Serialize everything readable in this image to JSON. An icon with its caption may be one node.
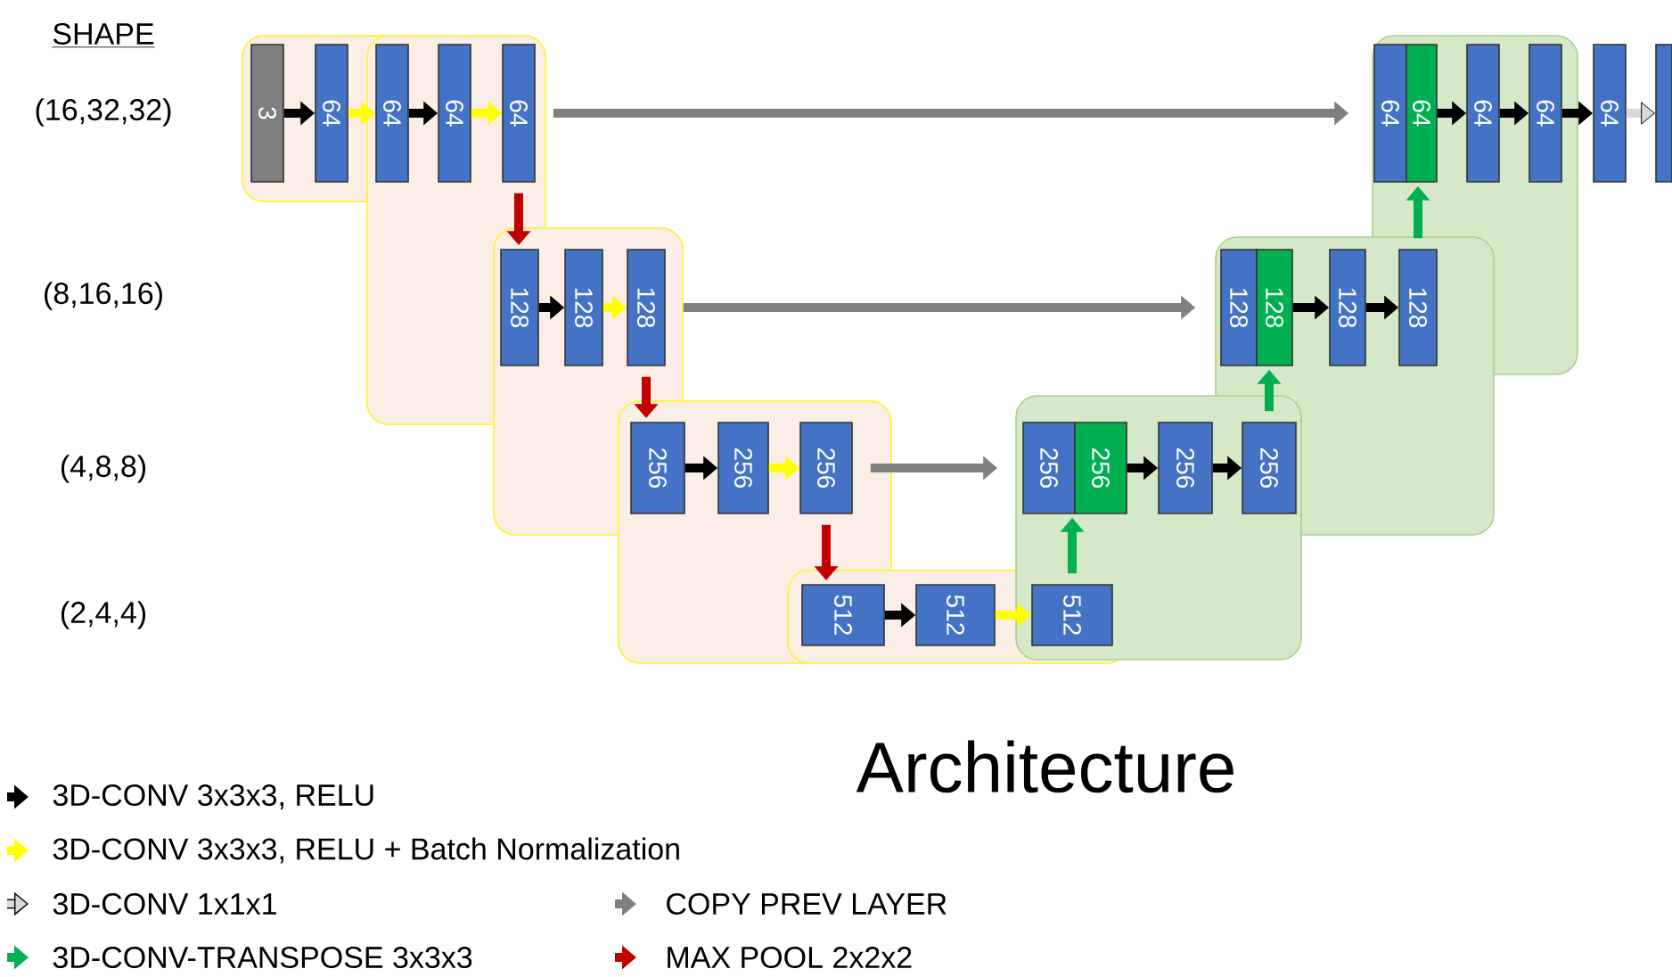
{
  "diagram": {
    "title": "Architecture",
    "nodes": [
      {
        "text": [
          "3"
        ]
      },
      {
        "text": [
          "64"
        ]
      },
      {
        "text": [
          "64"
        ]
      },
      {
        "text": [
          "64"
        ]
      },
      {
        "text": [
          "64"
        ]
      },
      {
        "text": [
          "64"
        ]
      },
      {
        "text": [
          "64"
        ]
      },
      {
        "text": [
          "64"
        ]
      },
      {
        "text": [
          "64"
        ]
      },
      {
        "text": [
          "64"
        ]
      },
      {
        "text": [],
        "shape": "box"
      },
      {
        "text": [
          "128"
        ]
      },
      {
        "text": [
          "128"
        ]
      },
      {
        "text": [
          "128"
        ]
      },
      {
        "text": [
          "128"
        ]
      },
      {
        "text": [
          "128"
        ]
      },
      {
        "text": [
          "128"
        ]
      },
      {
        "text": [
          "128"
        ]
      },
      {
        "text": [
          "256"
        ]
      },
      {
        "text": [
          "256"
        ]
      },
      {
        "text": [
          "256"
        ]
      },
      {
        "text": [
          "256"
        ]
      },
      {
        "text": [
          "256"
        ]
      },
      {
        "text": [
          "256"
        ]
      },
      {
        "text": [
          "256"
        ]
      },
      {
        "text": [
          "512"
        ]
      },
      {
        "text": [
          "512"
        ]
      },
      {
        "text": [
          "512"
        ]
      }
    ],
    "edges": [
      {
        "from": 0,
        "to": 1,
        "arrow": "to"
      },
      {
        "from": 1,
        "to": 2,
        "arrow": "to",
        "color": "#ffff00"
      },
      {
        "from": 2,
        "to": 3,
        "arrow": "to"
      },
      {
        "from": 3,
        "to": 4,
        "arrow": "to",
        "color": "#ffff00"
      },
      {
        "from": 4,
        "to": 5,
        "arrow": "to",
        "color": "#808080"
      },
      {
        "from": 6,
        "to": 7,
        "arrow": "to"
      },
      {
        "from": 7,
        "to": 8,
        "arrow": "to"
      },
      {
        "from": 8,
        "to": 9,
        "arrow": "to"
      },
      {
        "from": 9,
        "to": 10,
        "arrow": "to",
        "color": "#d9d9d9"
      },
      {
        "from": 4,
        "to": 11,
        "arrow": "to",
        "color": "#c00000"
      },
      {
        "from": 11,
        "to": 12,
        "arrow": "to"
      },
      {
        "from": 12,
        "to": 13,
        "arrow": "to",
        "color": "#ffff00"
      },
      {
        "from": 13,
        "to": 14,
        "arrow": "to",
        "color": "#808080"
      },
      {
        "from": 15,
        "to": 16,
        "arrow": "to"
      },
      {
        "from": 16,
        "to": 17,
        "arrow": "to"
      },
      {
        "from": 17,
        "to": 6,
        "arrow": "to",
        "color": "#00b050"
      },
      {
        "from": 13,
        "to": 18,
        "arrow": "to",
        "color": "#c00000"
      },
      {
        "from": 18,
        "to": 19,
        "arrow": "to"
      },
      {
        "from": 19,
        "to": 20,
        "arrow": "to",
        "color": "#ffff00"
      },
      {
        "from": 20,
        "to": 21,
        "arrow": "to",
        "color": "#808080"
      },
      {
        "from": 22,
        "to": 23,
        "arrow": "to"
      },
      {
        "from": 23,
        "to": 24,
        "arrow": "to"
      },
      {
        "from": 24,
        "to": 15,
        "arrow": "to",
        "color": "#00b050"
      },
      {
        "from": 20,
        "to": 25,
        "arrow": "to",
        "color": "#c00000"
      },
      {
        "from": 25,
        "to": 26,
        "arrow": "to"
      },
      {
        "from": 26,
        "to": 27,
        "arrow": "to",
        "color": "#ffff00"
      },
      {
        "from": 27,
        "to": 22,
        "arrow": "to",
        "color": "#00b050"
      }
    ],
    "labels": [
      "SHAPE",
      "(16,32,32)",
      "(8,16,16)",
      "(4,8,8)",
      "(2,4,4)"
    ],
    "legend": [
      {
        "text": "3D-CONV 3x3x3, RELU",
        "color": "#000000"
      },
      {
        "text": "3D-CONV 3x3x3, RELU + Batch Normalization",
        "color": "#ffff00"
      },
      {
        "text": "3D-CONV 1x1x1",
        "color": "#d9d9d9"
      },
      {
        "text": "COPY PREV LAYER",
        "color": "#808080"
      },
      {
        "text": "3D-CONV-TRANSPOSE 3x3x3",
        "color": "#00b050"
      },
      {
        "text": "MAX POOL 2x2x2",
        "color": "#c00000"
      }
    ]
  }
}
